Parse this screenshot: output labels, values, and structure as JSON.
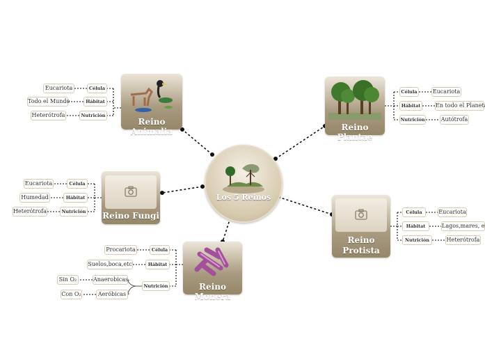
{
  "root": {
    "label": "Los 5 Reinos"
  },
  "kingdoms": {
    "animalia": {
      "title": "Reino Animalia",
      "rows": [
        {
          "key": "Célula",
          "value": "Eucariota"
        },
        {
          "key": "Hábitat",
          "value": "Todo el Mundo"
        },
        {
          "key": "Nutrición",
          "value": "Heterótrofa"
        }
      ]
    },
    "plantae": {
      "title": "Reino Plantae",
      "rows": [
        {
          "key": "Célula",
          "value": "Eucariota"
        },
        {
          "key": "Hábitat",
          "value": "En todo el Planeta"
        },
        {
          "key": "Nutrición",
          "value": "Autótrofa"
        }
      ]
    },
    "fungi": {
      "title": "Reino Fungi",
      "rows": [
        {
          "key": "Célula",
          "value": "Eucariota"
        },
        {
          "key": "Hábitat",
          "value": "Humedad"
        },
        {
          "key": "Nutrición",
          "value": "Heterótrofa"
        }
      ]
    },
    "protista": {
      "title_line1": "Reino",
      "title_line2": "Protista",
      "rows": [
        {
          "key": "Célula",
          "value": "Eucariota"
        },
        {
          "key": "Hábitat",
          "value": "Lagos,mares, etc"
        },
        {
          "key": "Nutrición",
          "value": "Heterótrofa"
        }
      ]
    },
    "monera": {
      "title": "Reino Monera",
      "rows": [
        {
          "key": "Célula",
          "value": "Procariota"
        },
        {
          "key": "Hábitat",
          "value": "Suelos,boca,etc"
        },
        {
          "key": "Nutrición",
          "value": ""
        }
      ],
      "nutrition": [
        {
          "type": "Anaerobicas",
          "condition": "Sin O₂"
        },
        {
          "type": "Aeróbicas",
          "condition": "Con O₂"
        }
      ]
    }
  },
  "icons": {
    "placeholder": "camera-icon"
  },
  "colors": {
    "node_top": "#ece6d9",
    "node_bottom": "#968769",
    "tag_border": "#d9ccb4",
    "connector": "#111111"
  }
}
